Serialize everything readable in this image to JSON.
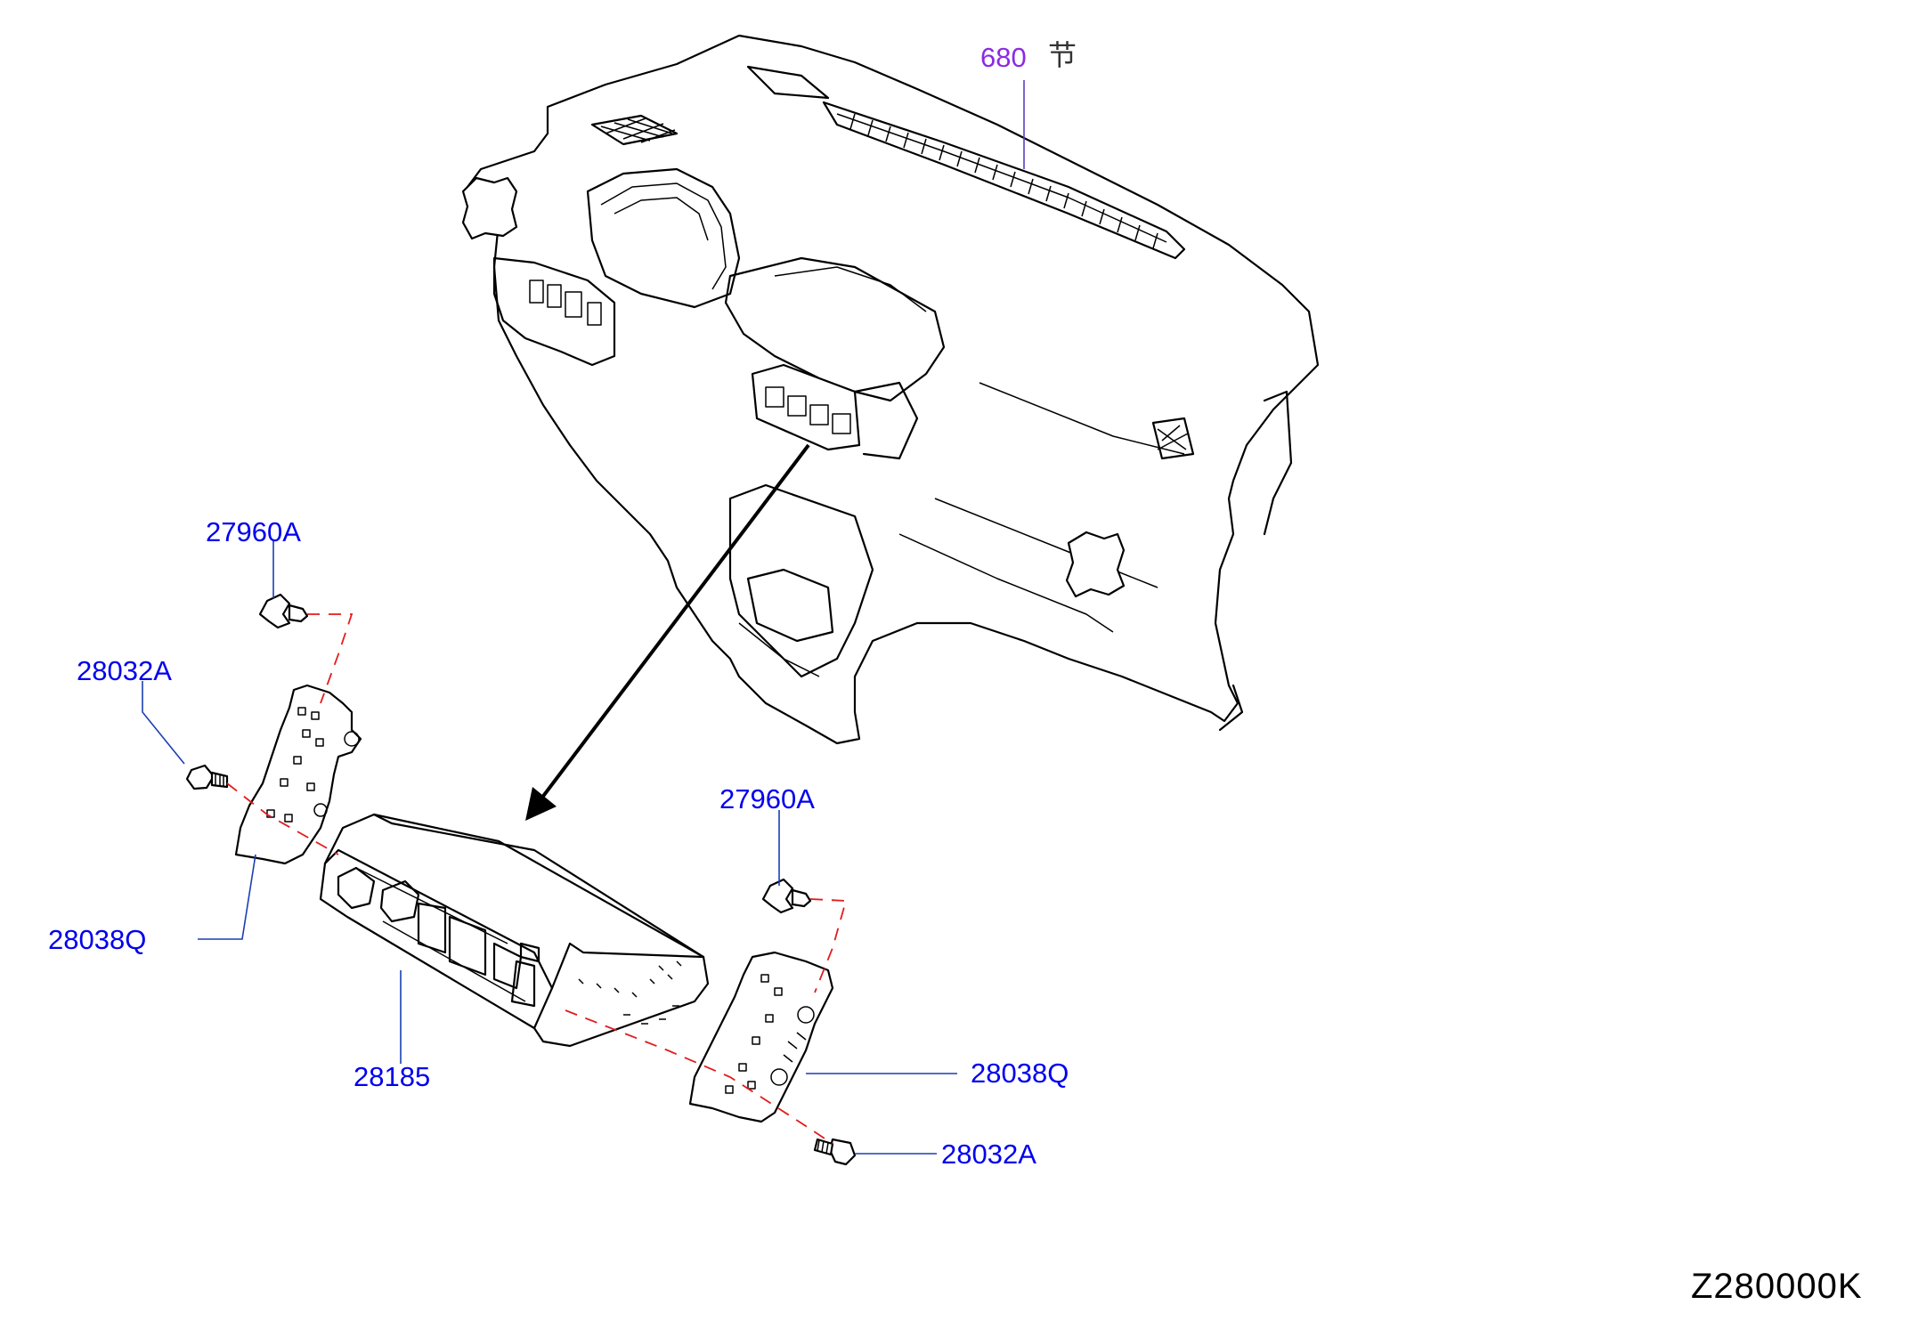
{
  "diagram_code": "Z280000K",
  "callouts": {
    "dash_assembly": {
      "part_number": "680",
      "symbol": "节"
    },
    "clip_upper_left": {
      "part_number": "27960A"
    },
    "screw_left": {
      "part_number": "28032A"
    },
    "bracket_left": {
      "part_number": "28038Q"
    },
    "audio_unit": {
      "part_number": "28185"
    },
    "clip_right": {
      "part_number": "27960A"
    },
    "bracket_right": {
      "part_number": "28038Q"
    },
    "screw_right": {
      "part_number": "28032A"
    }
  },
  "colors": {
    "callout_text": "#0000ee",
    "dash_callout_text": "#8a2be2",
    "leader_line": "#1a3fb0",
    "alignment_dash": "#e21b1b",
    "drawing_line": "#000000"
  }
}
